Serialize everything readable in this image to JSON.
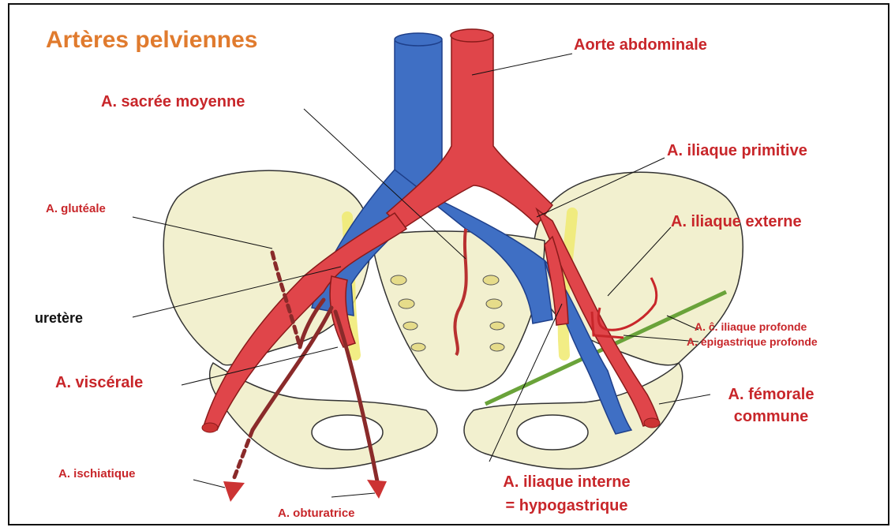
{
  "title": "Artères pelviennes",
  "labels": {
    "aorte": "Aorte abdominale",
    "sacree": "A. sacrée moyenne",
    "iliaque_primitive": "A. iliaque primitive",
    "gluteale": "A. glutéale",
    "iliaque_externe": "A. iliaque externe",
    "uretere": "uretère",
    "c_iliaque_profonde": "A. ĉ. iliaque profonde",
    "epigastrique": "A. épigastrique profonde",
    "viscerale": "A. viscérale",
    "femorale_1": "A. fémorale",
    "femorale_2": "commune",
    "ischiatique": "A. ischiatique",
    "iliaque_interne_1": "A.  iliaque interne",
    "iliaque_interne_2": "= hypogastrique",
    "obturatrice": "A. obturatrice"
  },
  "colors": {
    "artery": "#e0454a",
    "vein": "#3f6fc4",
    "bone": "#f2f0cf",
    "ureter": "#f0ea70",
    "small_artery": "#8a2a2a",
    "ligament": "#6aa33a",
    "label_red": "#c8262a",
    "title_orange": "#e07b2e"
  }
}
